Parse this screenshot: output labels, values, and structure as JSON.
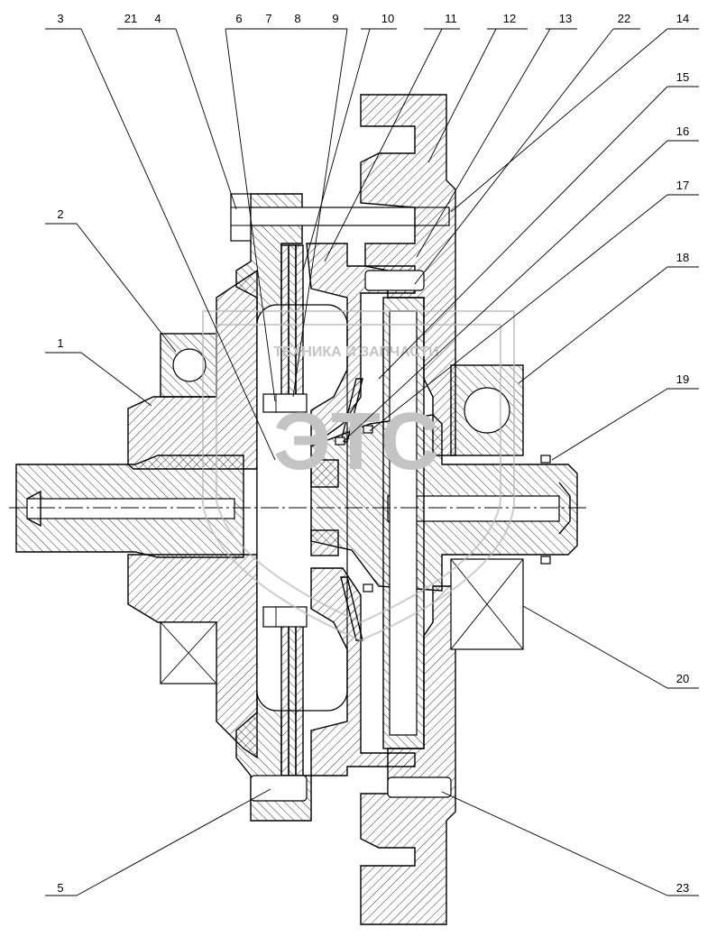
{
  "callouts": {
    "top": [
      "3",
      "21",
      "4",
      "6",
      "7",
      "8",
      "9",
      "10",
      "11",
      "12",
      "13",
      "22",
      "14"
    ],
    "right": [
      "15",
      "16",
      "17",
      "18",
      "19",
      "20",
      "23"
    ],
    "left": [
      "2",
      "1",
      "5"
    ]
  },
  "watermark": {
    "text": "ТЕХНИКА И ЗАПЧАСТИ",
    "mark": "ЭТС"
  }
}
